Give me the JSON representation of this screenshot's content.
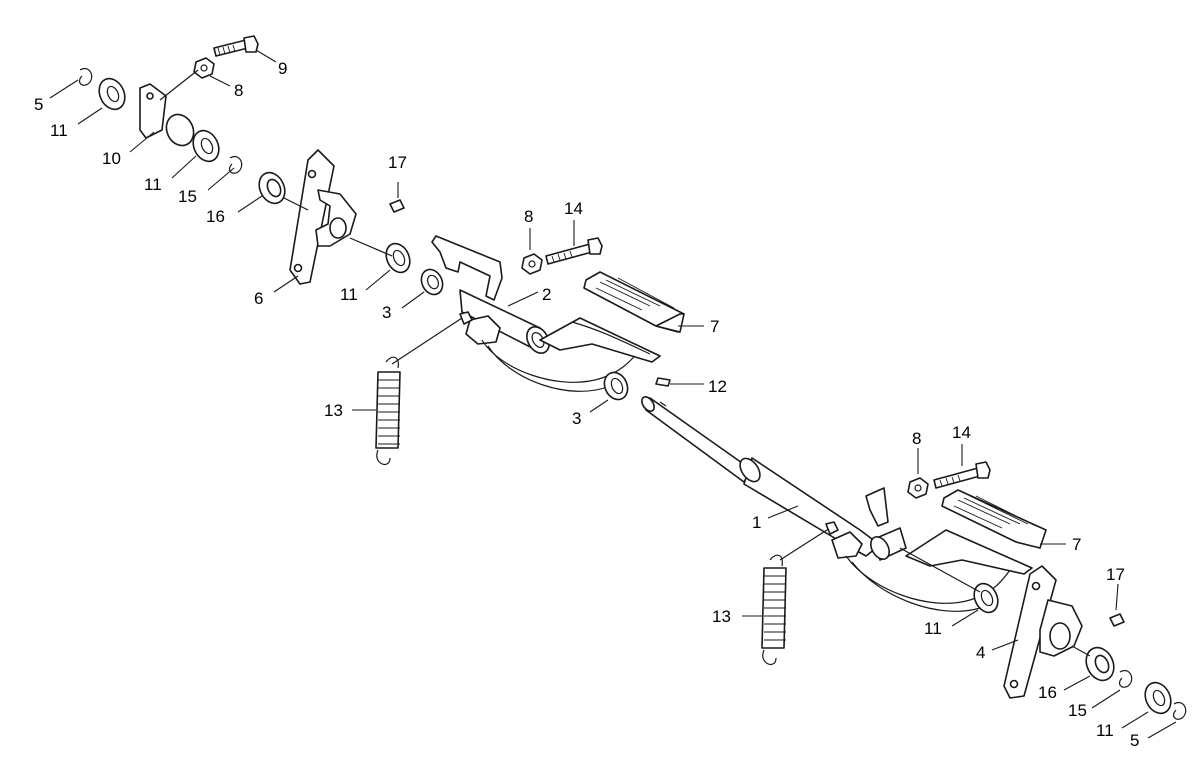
{
  "diagram": {
    "callouts": [
      {
        "id": "c5a",
        "text": "5"
      },
      {
        "id": "c11a",
        "text": "11"
      },
      {
        "id": "c10",
        "text": "10"
      },
      {
        "id": "c11b",
        "text": "11"
      },
      {
        "id": "c15a",
        "text": "15"
      },
      {
        "id": "c16a",
        "text": "16"
      },
      {
        "id": "c8a",
        "text": "8"
      },
      {
        "id": "c9",
        "text": "9"
      },
      {
        "id": "c17a",
        "text": "17"
      },
      {
        "id": "c6",
        "text": "6"
      },
      {
        "id": "c11c",
        "text": "11"
      },
      {
        "id": "c3a",
        "text": "3"
      },
      {
        "id": "c2",
        "text": "2"
      },
      {
        "id": "c8b",
        "text": "8"
      },
      {
        "id": "c14a",
        "text": "14"
      },
      {
        "id": "c7a",
        "text": "7"
      },
      {
        "id": "c13a",
        "text": "13"
      },
      {
        "id": "c3b",
        "text": "3"
      },
      {
        "id": "c12",
        "text": "12"
      },
      {
        "id": "c8c",
        "text": "8"
      },
      {
        "id": "c14b",
        "text": "14"
      },
      {
        "id": "c1",
        "text": "1"
      },
      {
        "id": "c7b",
        "text": "7"
      },
      {
        "id": "c13b",
        "text": "13"
      },
      {
        "id": "c17b",
        "text": "17"
      },
      {
        "id": "c11d",
        "text": "11"
      },
      {
        "id": "c4",
        "text": "4"
      },
      {
        "id": "c16b",
        "text": "16"
      },
      {
        "id": "c15b",
        "text": "15"
      },
      {
        "id": "c11e",
        "text": "11"
      },
      {
        "id": "c5b",
        "text": "5"
      }
    ]
  }
}
